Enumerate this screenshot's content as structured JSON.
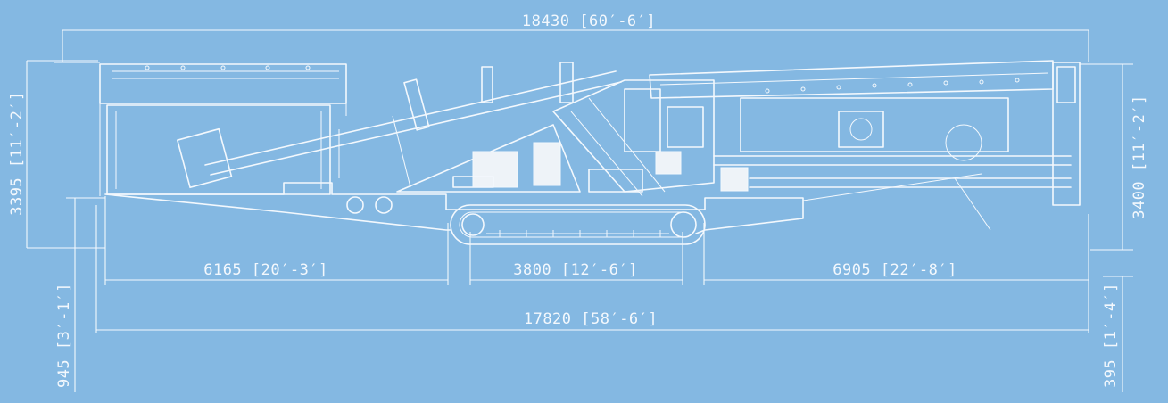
{
  "dimensions": {
    "overall_length": "18430 [60′-6′]",
    "left_height": "3395 [11′-2′]",
    "right_height": "3400 [11′-2′]",
    "left_section": "6165 [20′-3′]",
    "track_section": "3800 [12′-6′]",
    "right_section": "6905 [22′-8′]",
    "base_length": "17820 [58′-6′]",
    "left_clearance": "945 [3′-1′]",
    "right_clearance": "395 [1′-4′]"
  },
  "colors": {
    "background": "#84b8e2",
    "line": "#f3f8fd"
  }
}
